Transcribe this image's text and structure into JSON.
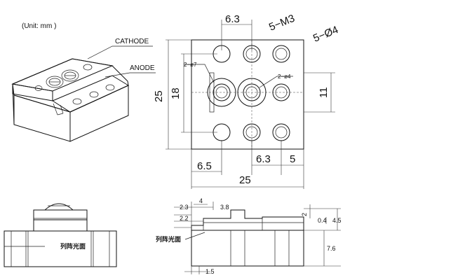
{
  "unit_note": "(Unit: mm )",
  "iso_view": {
    "cathode_label": "CATHODE",
    "anode_label": "ANODE"
  },
  "top_view": {
    "dim_top_pitch": "6.3",
    "dim_thread": "5−M3",
    "dim_holes": "5−Ø4",
    "dim_height_25": "25",
    "dim_height_18": "18",
    "dim_height_11": "11",
    "callout_2phi7": "2−ø7",
    "callout_2phi4": "2−ø4",
    "dim_bottom_6_5": "6.5",
    "dim_bottom_6_3": "6.3",
    "dim_bottom_5": "5",
    "dim_width_25": "25"
  },
  "front_view": {
    "surface_label": "列阵光面"
  },
  "side_view": {
    "dim_2_3": "2.3",
    "dim_4": "4",
    "dim_3_8": "3.8",
    "dim_2_2": "2.2",
    "dim_2": "2",
    "dim_0_4": "0.4",
    "dim_4_5": "4.5",
    "dim_7_6": "7.6",
    "dim_1_5": "1.5",
    "surface_label": "列阵光面"
  }
}
